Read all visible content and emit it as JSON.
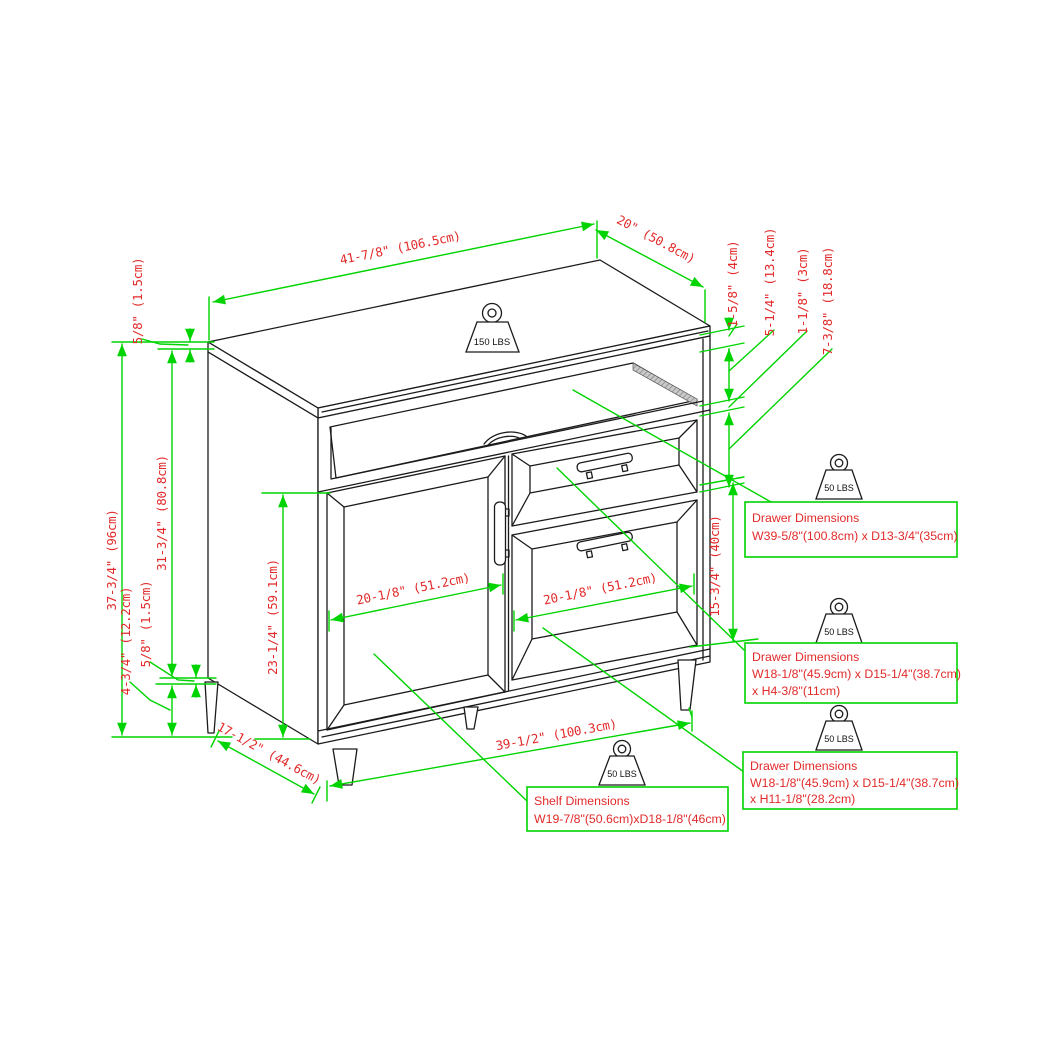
{
  "dim_labels": {
    "top_width": "41-7/8\" (106.5cm)",
    "top_depth": "20\" (50.8cm)",
    "top_panel_thickness": "1-5/8\" (4cm)",
    "opening_height": "5-1/4\" (13.4cm)",
    "rail_height": "1-1/8\" (3cm)",
    "top_drawer_front_height": "7-3/8\" (18.8cm)",
    "top_thickness": "5/8\" (1.5cm)",
    "overall_height": "37-3/4\" (96cm)",
    "body_height": "31-3/4\" (80.8cm)",
    "bottom_thickness": "5/8\" (1.5cm)",
    "leg_height": "4-3/4\" (12.2cm)",
    "door_height": "23-1/4\" (59.1cm)",
    "door_width": "20-1/8\" (51.2cm)",
    "drawer_width": "20-1/8\" (51.2cm)",
    "drawer_section_height": "15-3/4\" (40cm)",
    "base_width": "39-1/2\" (100.3cm)",
    "base_depth": "17-1/2\" (44.6cm)"
  },
  "weight_labels": {
    "top_surface": "150 LBS",
    "wide_drawer": "50 LBS",
    "upper_drawer": "50 LBS",
    "lower_drawer": "50 LBS",
    "shelf": "50 LBS"
  },
  "callouts": {
    "wide_drawer": {
      "title": "Drawer Dimensions",
      "line1": "W39-5/8\"(100.8cm) x D13-3/4\"(35cm)"
    },
    "upper_drawer": {
      "title": "Drawer Dimensions",
      "line1": "W18-1/8\"(45.9cm) x D15-1/4\"(38.7cm)",
      "line2": "x H4-3/8\"(11cm)"
    },
    "lower_drawer": {
      "title": "Drawer Dimensions",
      "line1": "W18-1/8\"(45.9cm) x D15-1/4\"(38.7cm)",
      "line2": "x H11-1/8\"(28.2cm)"
    },
    "shelf": {
      "title": "Shelf Dimensions",
      "line1": "W19-7/8\"(50.6cm)xD18-1/8\"(46cm)"
    }
  },
  "colors": {
    "dimension_green": "#00d400",
    "label_red": "#e22a2a",
    "line_black": "#1b1b1b"
  }
}
